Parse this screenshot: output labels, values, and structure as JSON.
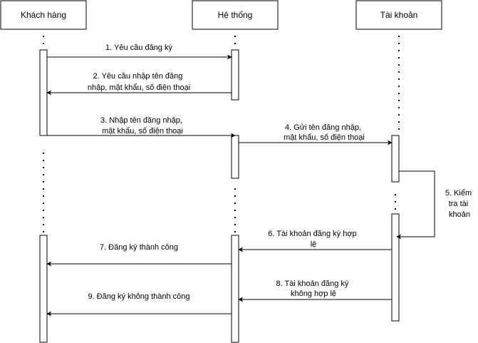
{
  "participants": {
    "customer": "Khách hàng",
    "system": "Hệ thống",
    "account": "Tài khoản"
  },
  "messages": {
    "m1": [
      "1. Yêu cầu đăng ký"
    ],
    "m2": [
      "2. Yêu cầu nhập tên đăng",
      "nhập, mật khẩu, số điện thoại"
    ],
    "m3": [
      "3. Nhập tên đăng nhập,",
      "mật khẩu, số điện thoại"
    ],
    "m4": [
      "4. Gửi tên đăng nhập,",
      "mật khẩu, số điện thoại"
    ],
    "m5": [
      "5. Kiểm",
      "tra tài",
      "khoản"
    ],
    "m6": [
      "6. Tài khoản đăng ký hợp",
      "lệ"
    ],
    "m7": [
      "7. Đăng ký thành công"
    ],
    "m8": [
      "8. Tài khoản đăng ký",
      "không hợp lệ"
    ],
    "m9": [
      "9. Đăng ký không thành công"
    ]
  },
  "colors": {
    "stroke": "#000000",
    "background": "#ffffff"
  }
}
